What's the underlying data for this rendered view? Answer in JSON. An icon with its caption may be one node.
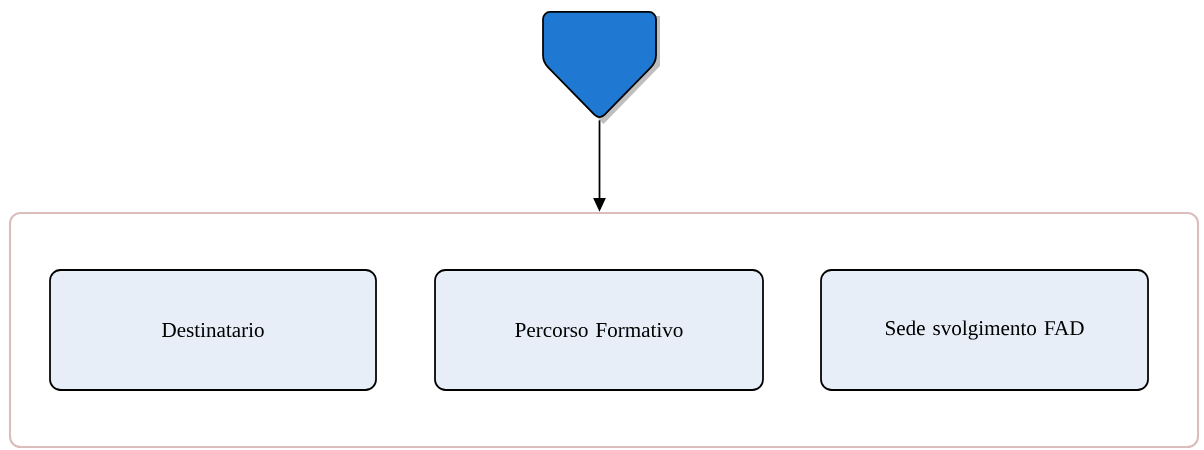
{
  "diagram": {
    "nodes": [
      {
        "text": [],
        "shape": "pentagon"
      },
      {
        "text": [],
        "shape": "box"
      },
      {
        "text": [
          "Destinatario"
        ],
        "in": 1
      },
      {
        "text": [
          "Percorso Formativo"
        ],
        "in": 1
      },
      {
        "text": [
          "Sede svolgimento FAD"
        ],
        "in": 1
      }
    ],
    "edges": [
      {
        "from": 0,
        "to": 1,
        "arrow": "to"
      }
    ]
  }
}
